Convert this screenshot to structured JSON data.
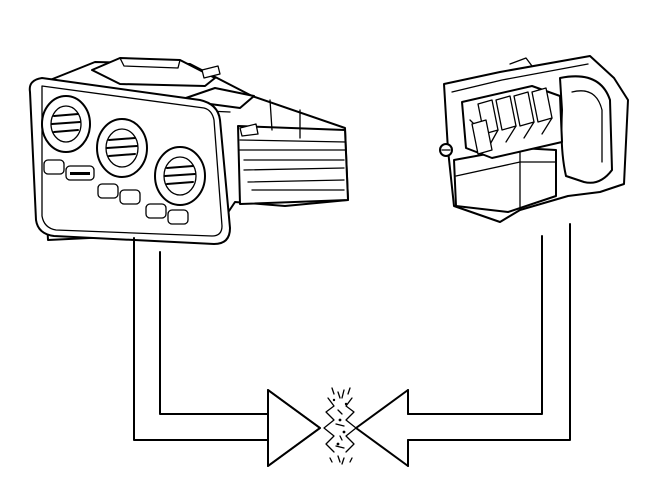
{
  "figure": {
    "background": "#ffffff",
    "ink": "#000000",
    "components": [
      {
        "id": "climate-control-panel",
        "knobs": 3,
        "buttons": 5
      },
      {
        "id": "connector-module",
        "pins": 4
      }
    ],
    "connection": {
      "style": "double-line-arrows",
      "fault_marker": "spark-icon"
    }
  }
}
